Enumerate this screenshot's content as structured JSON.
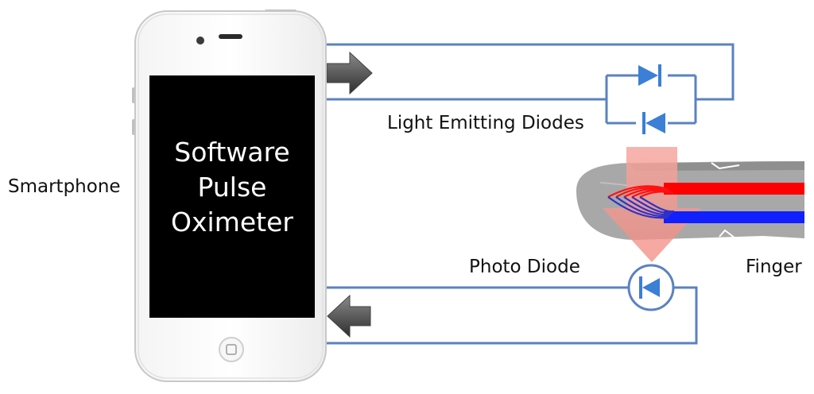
{
  "labels": {
    "smartphone": "Smartphone",
    "light_emitting_diodes": "Light Emitting Diodes",
    "photo_diode": "Photo Diode",
    "finger": "Finger"
  },
  "screen": {
    "lines": [
      "Software",
      "Pulse",
      "Oximeter"
    ]
  },
  "colors": {
    "wire": "#5b82c0",
    "diode": "#3b7fd6",
    "red_light": "#ff0000",
    "blue_light": "#1020ff",
    "finger": "#a8a8a8",
    "phone_screen": "#000000",
    "arrow": "#505050"
  },
  "icons": {
    "output_arrow": "arrow-right-icon",
    "input_arrow": "arrow-left-icon",
    "led_top": "diode-right-icon",
    "led_bottom": "diode-left-icon",
    "photodiode": "photodiode-icon"
  }
}
